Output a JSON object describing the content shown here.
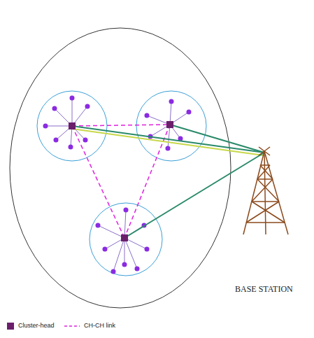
{
  "diagram": {
    "labels": [
      "BASE STATION"
    ],
    "legend": [
      {
        "text": "Cluster-head",
        "color": "#6b1f6b"
      },
      {
        "text": "CH-CH link"
      }
    ]
  }
}
